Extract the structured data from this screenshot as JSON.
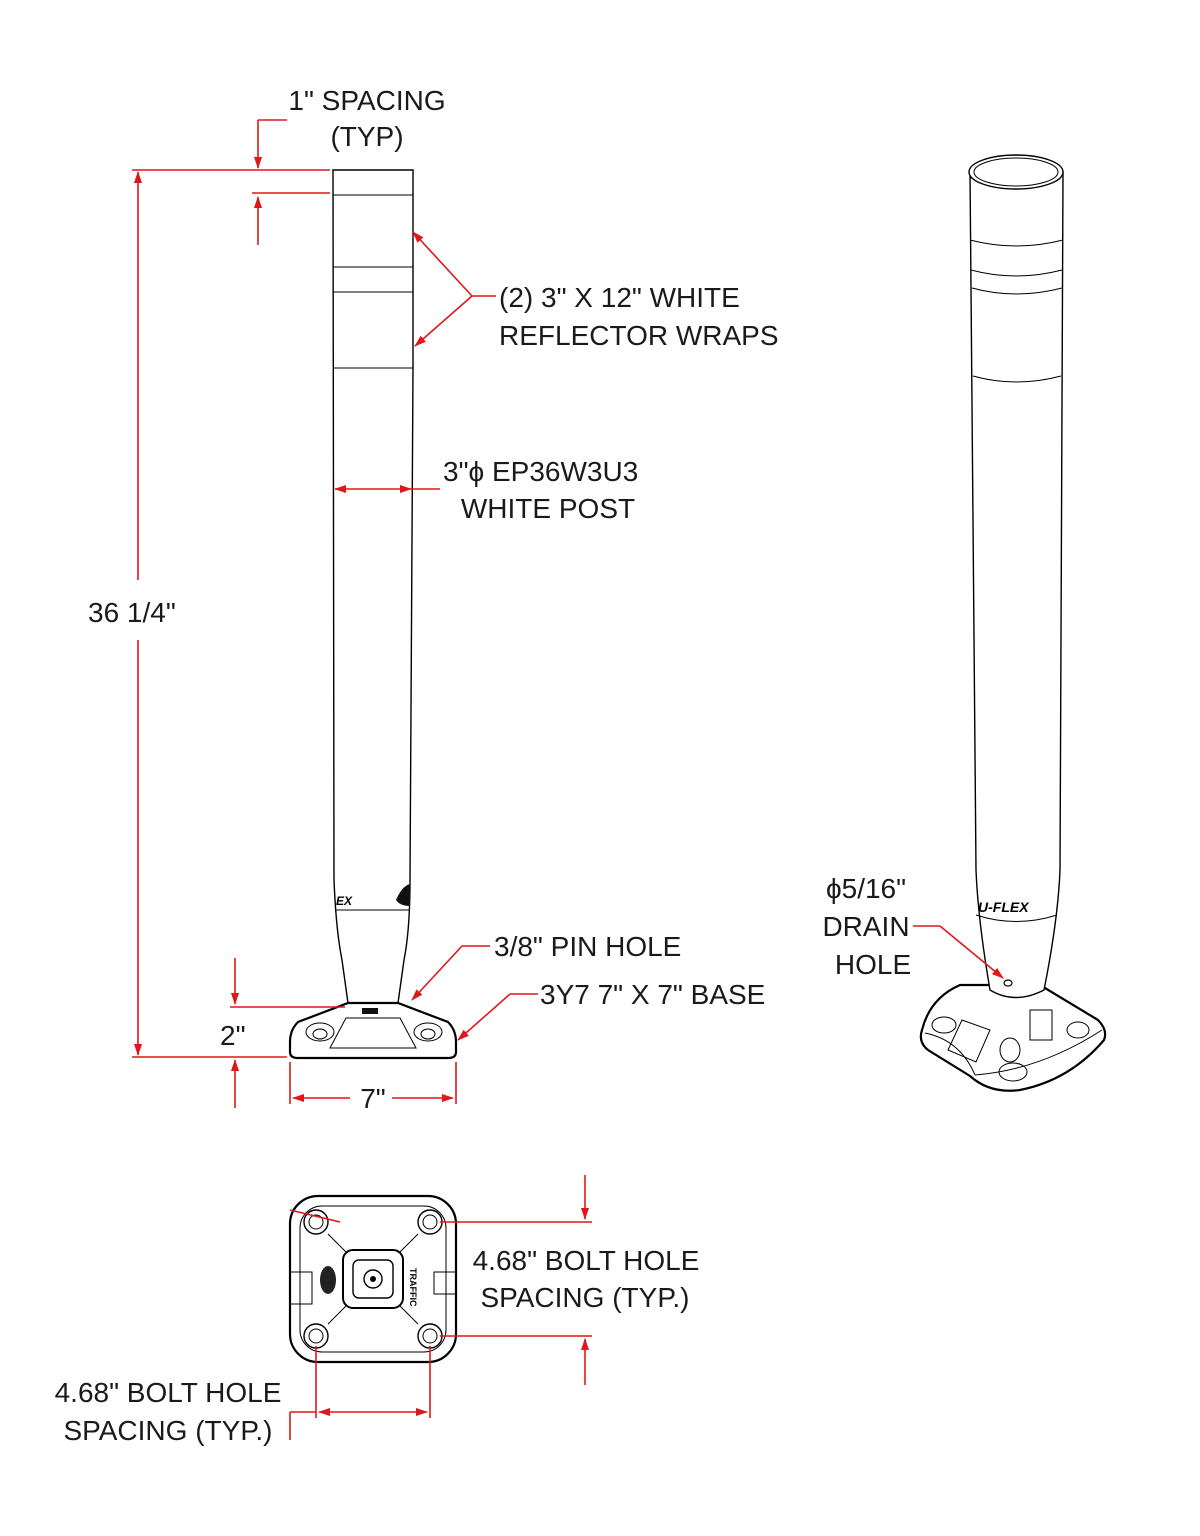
{
  "labels": {
    "spacing": [
      "1\" SPACING",
      "(TYP)"
    ],
    "wraps": [
      "(2) 3\" X 12\" WHITE",
      "REFLECTOR WRAPS"
    ],
    "post": [
      "3\"ϕ  EP36W3U3",
      "WHITE POST"
    ],
    "height": "36 1/4\"",
    "pin_hole": "3/8\" PIN HOLE",
    "base": "3Y7 7\" X 7\" BASE",
    "base_height": "2\"",
    "base_width": "7\"",
    "drain": [
      "ϕ5/16\"",
      "DRAIN",
      "HOLE"
    ],
    "bolt_right": [
      "4.68\" BOLT HOLE",
      "SPACING (TYP.)"
    ],
    "bolt_bottom": [
      "4.68\" BOLT HOLE",
      "SPACING (TYP.)"
    ],
    "brand_mark": "U-FLEX",
    "traffic_mark": "TRAFFIC"
  },
  "colors": {
    "dimension": "#e0171a",
    "outline": "#000000"
  }
}
